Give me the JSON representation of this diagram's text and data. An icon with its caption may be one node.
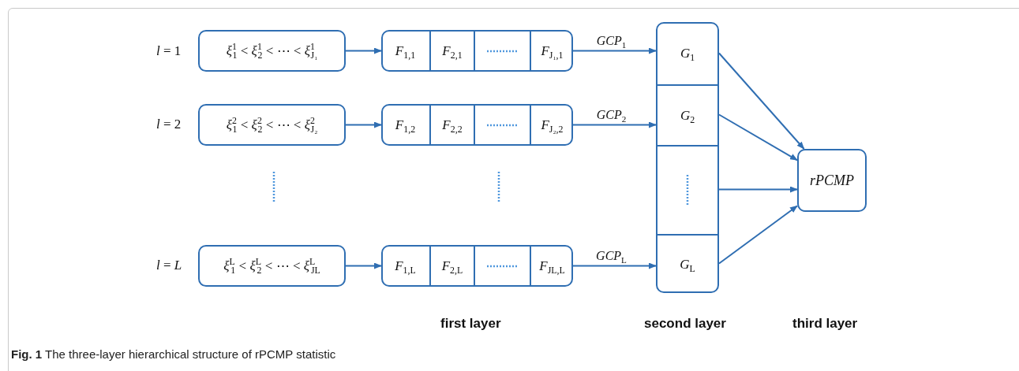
{
  "diagram": {
    "caption": "**Fig. 1** The three-layer hierarchical structure of rPCMP statistic",
    "nodes": [
      {
        "text": [
          "*ξ*$^{1}$$_{1}$ < *ξ*$^{1}$$_{2}$ < ⋯ < *ξ*$^{1}$$_{J₁}$"
        ]
      },
      {
        "text": [],
        "shape": "box"
      },
      {
        "text": [
          "*F*$_{1,1}$"
        ],
        "in": 1
      },
      {
        "text": [
          "*F*$_{2,1}$"
        ],
        "in": 1
      },
      {
        "text": [],
        "shape": "box",
        "in": 1
      },
      {
        "text": [
          "*F*$_{J₁,1}$"
        ],
        "in": 1
      },
      {
        "text": [
          "*ξ*$^{2}$$_{1}$ < *ξ*$^{2}$$_{2}$ < ⋯ < *ξ*$^{2}$$_{J₂}$"
        ]
      },
      {
        "text": [],
        "shape": "box"
      },
      {
        "text": [
          "*F*$_{1,2}$"
        ],
        "in": 7
      },
      {
        "text": [
          "*F*$_{2,2}$"
        ],
        "in": 7
      },
      {
        "text": [],
        "shape": "box",
        "in": 7
      },
      {
        "text": [
          "*F*$_{J₂,2}$"
        ],
        "in": 7
      },
      {
        "text": [
          "*ξ*$^{L}$$_{1}$ < *ξ*$^{L}$$_{2}$ < ⋯ < *ξ*$^{L}$$_{JL}$"
        ]
      },
      {
        "text": [],
        "shape": "box"
      },
      {
        "text": [
          "*F*$_{1,L}$"
        ],
        "in": 13
      },
      {
        "text": [
          "*F*$_{2,L}$"
        ],
        "in": 13
      },
      {
        "text": [],
        "shape": "box",
        "in": 13
      },
      {
        "text": [
          "*F*$_{JL,L}$"
        ],
        "in": 13
      },
      {
        "text": [],
        "shape": "box"
      },
      {
        "text": [
          "*G*$_{1}$"
        ],
        "in": 18
      },
      {
        "text": [
          "*G*$_{2}$"
        ],
        "in": 18
      },
      {
        "text": [],
        "shape": "box",
        "in": 18
      },
      {
        "text": [
          "*G*$_{L}$"
        ],
        "in": 18
      },
      {
        "text": [
          "rPCMP"
        ]
      }
    ],
    "edges": [
      {
        "from": 0,
        "to": 1,
        "arrow": "to"
      },
      {
        "from": 6,
        "to": 7,
        "arrow": "to"
      },
      {
        "from": 12,
        "to": 13,
        "arrow": "to"
      },
      {
        "from": 1,
        "to": 19,
        "arrow": "to",
        "label": "*GCP*$_{1}$"
      },
      {
        "from": 7,
        "to": 20,
        "arrow": "to",
        "label": "*GCP*$_{2}$"
      },
      {
        "from": 13,
        "to": 22,
        "arrow": "to",
        "label": "*GCP*$_{L}$"
      },
      {
        "from": 19,
        "to": 23,
        "arrow": "to"
      },
      {
        "from": 20,
        "to": 23,
        "arrow": "to"
      },
      {
        "from": 21,
        "to": 23,
        "arrow": "to"
      },
      {
        "from": 22,
        "to": 23,
        "arrow": "to"
      }
    ],
    "labels": [
      "*l* = 1",
      "*l* = 2",
      "*l* = *L*",
      "first layer",
      "second layer",
      "third layer"
    ]
  }
}
